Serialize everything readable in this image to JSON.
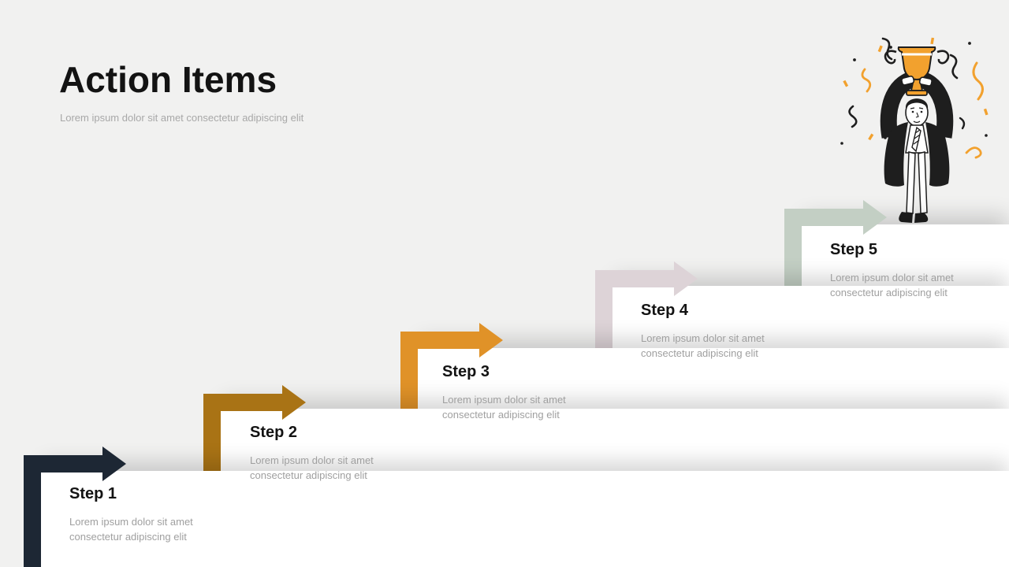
{
  "slide": {
    "title": "Action Items",
    "subtitle": "Lorem ipsum dolor sit amet consectetur adipiscing elit"
  },
  "steps": [
    {
      "label": "Step 1",
      "description": "Lorem ipsum dolor sit amet consectetur adipiscing elit",
      "arrow_color": "#1d2734"
    },
    {
      "label": "Step 2",
      "description": "Lorem ipsum dolor sit amet consectetur adipiscing elit",
      "arrow_color": "#a97315"
    },
    {
      "label": "Step 3",
      "description": "Lorem ipsum dolor sit amet consectetur adipiscing elit",
      "arrow_color": "#e09228"
    },
    {
      "label": "Step 4",
      "description": "Lorem ipsum dolor sit amet consectetur adipiscing elit",
      "arrow_color": "#ddd3d7"
    },
    {
      "label": "Step 5",
      "description": "Lorem ipsum dolor sit amet consectetur adipiscing elit",
      "arrow_color": "#c3cfc4"
    }
  ],
  "illustration": {
    "name": "businessman-holding-trophy-with-confetti",
    "trophy_color": "#f2a12e",
    "ink_color": "#1e1e1e",
    "confetti_colors": [
      "#f2a12e",
      "#1e1e1e"
    ]
  },
  "colors": {
    "background": "#f1f1f0",
    "panel": "#ffffff",
    "title": "#131313",
    "subtitle": "#a8a8a8",
    "step_title": "#131313",
    "body_text": "#9f9f9f"
  }
}
